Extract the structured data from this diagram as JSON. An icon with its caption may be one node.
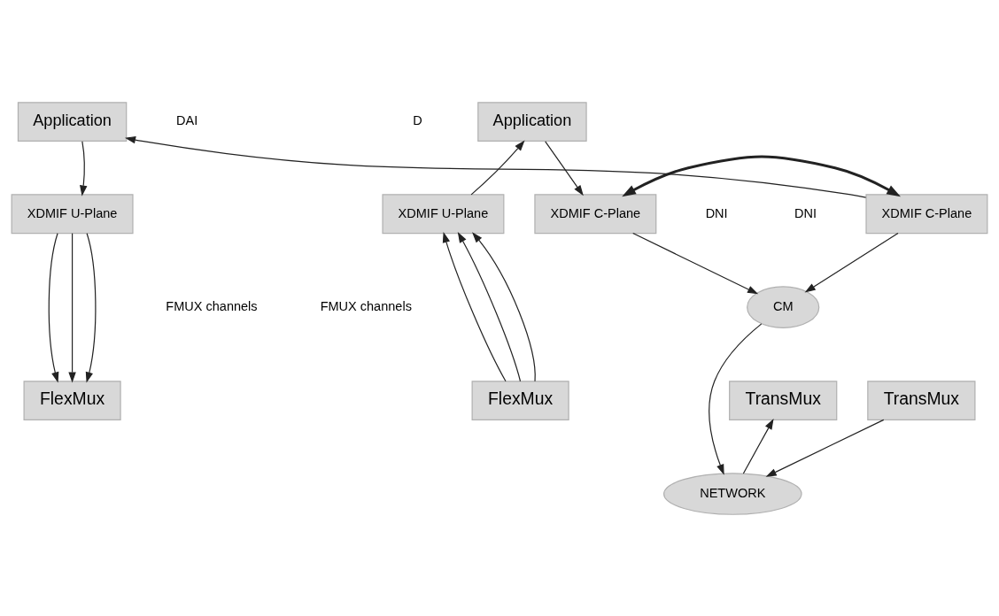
{
  "diagram": {
    "nodes": [
      {
        "text": [
          "Application"
        ]
      },
      {
        "text": [
          "XDMIF U-Plane"
        ]
      },
      {
        "text": [
          "XDMIF C-Plane"
        ]
      },
      {
        "text": [
          "Application"
        ]
      },
      {
        "text": [
          "XDMIF C-Plane"
        ]
      },
      {
        "text": [
          "XDMIF U-Plane"
        ]
      },
      {
        "text": [
          "CM"
        ]
      },
      {
        "text": [
          "FlexMux"
        ]
      },
      {
        "text": [
          "TransMux"
        ]
      },
      {
        "text": [
          "TransMux"
        ]
      },
      {
        "text": [
          "FlexMux"
        ]
      },
      {
        "text": [
          "NETWORK"
        ]
      }
    ],
    "edges": [
      {
        "from": 1,
        "to": 0,
        "arrow": "to"
      },
      {
        "from": 0,
        "to": 2,
        "arrow": "to"
      },
      {
        "from": 4,
        "to": 3,
        "arrow": "to"
      },
      {
        "from": 3,
        "to": 5,
        "arrow": "to"
      },
      {
        "from": 2,
        "to": 4,
        "arrow": "both",
        "style": "thick"
      },
      {
        "from": 2,
        "to": 6,
        "arrow": "to"
      },
      {
        "from": 4,
        "to": 6,
        "arrow": "to"
      },
      {
        "from": 6,
        "to": 11,
        "arrow": "to"
      },
      {
        "from": 7,
        "to": 1,
        "arrow": "to"
      },
      {
        "from": 7,
        "to": 1,
        "arrow": "to"
      },
      {
        "from": 7,
        "to": 1,
        "arrow": "to"
      },
      {
        "from": 5,
        "to": 10,
        "arrow": "to"
      },
      {
        "from": 5,
        "to": 10,
        "arrow": "to"
      },
      {
        "from": 5,
        "to": 10,
        "arrow": "to"
      },
      {
        "from": 11,
        "to": 8,
        "arrow": "to"
      },
      {
        "from": 9,
        "to": 11,
        "arrow": "to"
      }
    ],
    "labels": [
      "D",
      "DAI",
      "DNI",
      "DNI",
      "FMUX channels",
      "FMUX channels"
    ]
  }
}
